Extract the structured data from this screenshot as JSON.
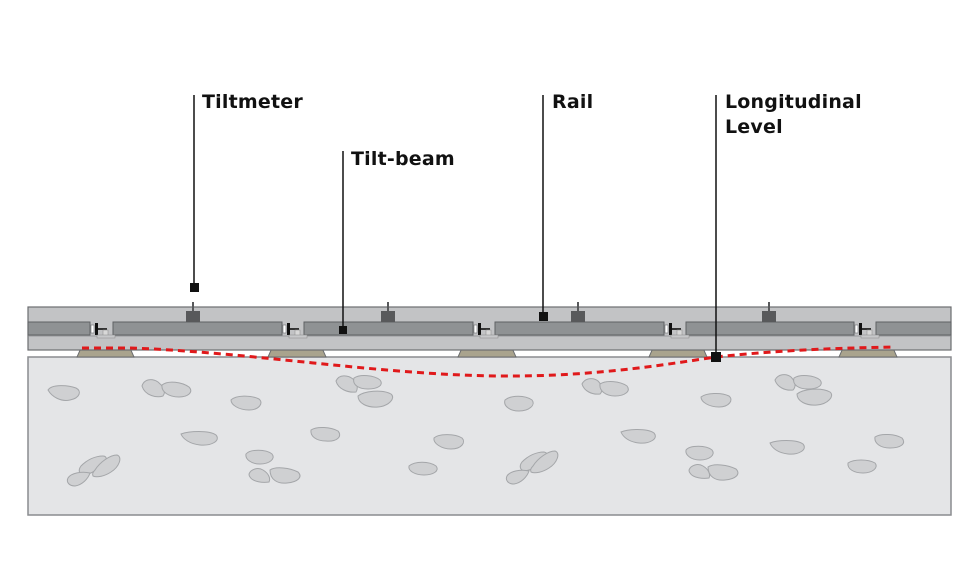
{
  "labels": {
    "tiltmeter": "Tiltmeter",
    "tilt_beam": "Tilt-beam",
    "rail": "Rail",
    "longitudinal_level_line1": "Longitudinal",
    "longitudinal_level_line2": "Level"
  },
  "colors": {
    "rail": "#c2c3c5",
    "tilt_beam": "#8f9294",
    "sleeper": "#a9a38d",
    "ground": "#e4e5e7",
    "stone": "#cfd0d2",
    "outline": "#6b6d70",
    "leader": "#111111",
    "level_line": "#e0191b"
  }
}
